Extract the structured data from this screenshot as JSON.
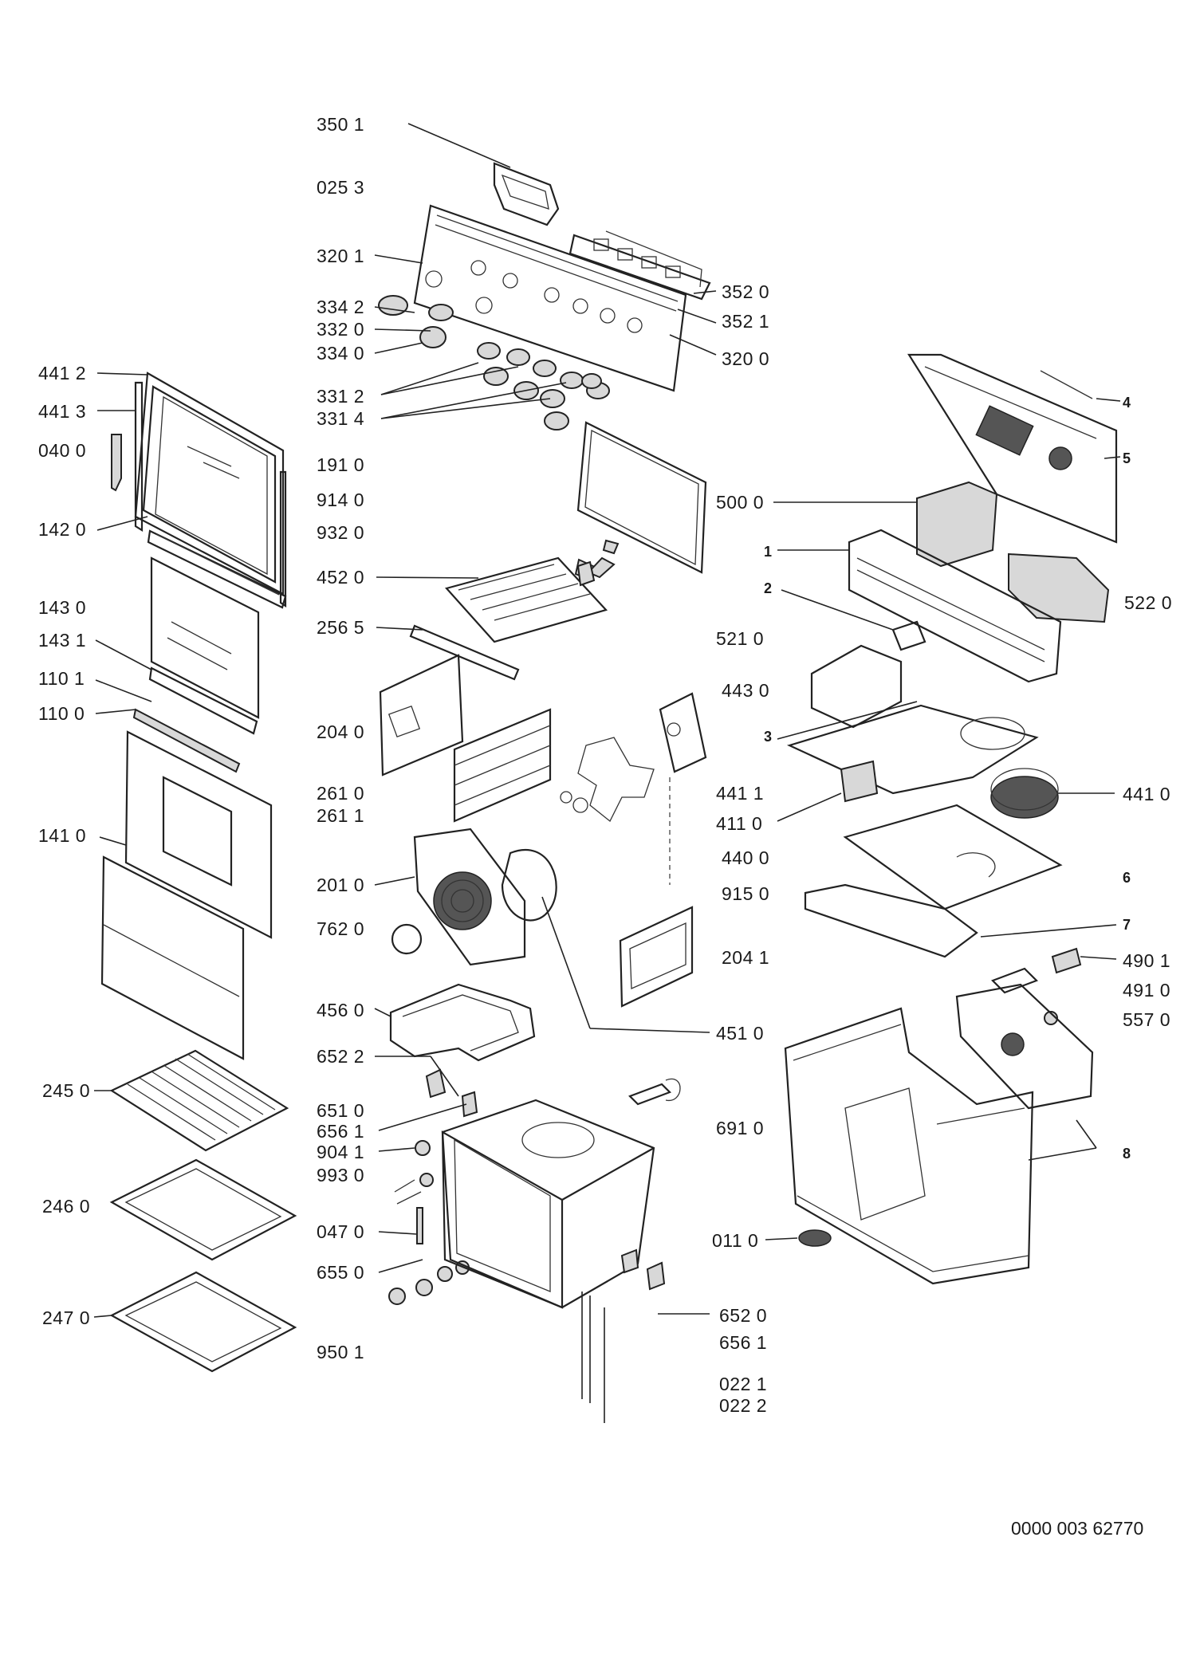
{
  "diagram": {
    "doc_number": "0000 003 62770",
    "labels": [
      {
        "id": "l3501",
        "text": "350 1"
      },
      {
        "id": "l0253",
        "text": "025 3"
      },
      {
        "id": "l3201",
        "text": "320 1"
      },
      {
        "id": "l3342",
        "text": "334 2"
      },
      {
        "id": "l3320",
        "text": "332 0"
      },
      {
        "id": "l3340",
        "text": "334 0"
      },
      {
        "id": "l3312",
        "text": "331 2"
      },
      {
        "id": "l3314",
        "text": "331 4"
      },
      {
        "id": "l3520",
        "text": "352 0"
      },
      {
        "id": "l3521",
        "text": "352 1"
      },
      {
        "id": "l3200",
        "text": "320 0"
      },
      {
        "id": "l4412",
        "text": "441 2"
      },
      {
        "id": "l4413",
        "text": "441 3"
      },
      {
        "id": "l0400",
        "text": "040 0"
      },
      {
        "id": "l1420",
        "text": "142 0"
      },
      {
        "id": "l1430",
        "text": "143 0"
      },
      {
        "id": "l1431",
        "text": "143 1"
      },
      {
        "id": "l1101",
        "text": "110 1"
      },
      {
        "id": "l1100",
        "text": "110 0"
      },
      {
        "id": "l1410",
        "text": "141 0"
      },
      {
        "id": "l2450",
        "text": "245 0"
      },
      {
        "id": "l2460",
        "text": "246 0"
      },
      {
        "id": "l2470",
        "text": "247 0"
      },
      {
        "id": "l1910",
        "text": "191 0"
      },
      {
        "id": "l9140",
        "text": "914 0"
      },
      {
        "id": "l9320",
        "text": "932 0"
      },
      {
        "id": "l4520",
        "text": "452 0"
      },
      {
        "id": "l2565",
        "text": "256 5"
      },
      {
        "id": "l2040",
        "text": "204 0"
      },
      {
        "id": "l2610",
        "text": "261 0"
      },
      {
        "id": "l2611",
        "text": "261 1"
      },
      {
        "id": "l2010",
        "text": "201 0"
      },
      {
        "id": "l7620",
        "text": "762 0"
      },
      {
        "id": "l4560",
        "text": "456 0"
      },
      {
        "id": "l6522",
        "text": "652 2"
      },
      {
        "id": "l6510",
        "text": "651 0"
      },
      {
        "id": "l6561a",
        "text": "656 1"
      },
      {
        "id": "l9041",
        "text": "904 1"
      },
      {
        "id": "l9930",
        "text": "993 0"
      },
      {
        "id": "l0470",
        "text": "047 0"
      },
      {
        "id": "l6550",
        "text": "655 0"
      },
      {
        "id": "l9501",
        "text": "950 1"
      },
      {
        "id": "l5000",
        "text": "500 0"
      },
      {
        "id": "l5210",
        "text": "521 0"
      },
      {
        "id": "l4430",
        "text": "443 0"
      },
      {
        "id": "l4411",
        "text": "441 1"
      },
      {
        "id": "l4110",
        "text": "411 0"
      },
      {
        "id": "l4400",
        "text": "440 0"
      },
      {
        "id": "l9150",
        "text": "915 0"
      },
      {
        "id": "l2041",
        "text": "204 1"
      },
      {
        "id": "l4510",
        "text": "451 0"
      },
      {
        "id": "l6910",
        "text": "691 0"
      },
      {
        "id": "l0110",
        "text": "011 0"
      },
      {
        "id": "l6520",
        "text": "652 0"
      },
      {
        "id": "l6561b",
        "text": "656 1"
      },
      {
        "id": "l0221",
        "text": "022 1"
      },
      {
        "id": "l0222",
        "text": "022 2"
      },
      {
        "id": "l5220",
        "text": "522 0"
      },
      {
        "id": "l4410",
        "text": "441 0"
      },
      {
        "id": "l4901",
        "text": "490 1"
      },
      {
        "id": "l4910",
        "text": "491 0"
      },
      {
        "id": "l5570",
        "text": "557 0"
      },
      {
        "id": "n1",
        "text": "1"
      },
      {
        "id": "n2",
        "text": "2"
      },
      {
        "id": "n3",
        "text": "3"
      },
      {
        "id": "n4",
        "text": "4"
      },
      {
        "id": "n5",
        "text": "5"
      },
      {
        "id": "n6",
        "text": "6"
      },
      {
        "id": "n7",
        "text": "7"
      },
      {
        "id": "n8",
        "text": "8"
      }
    ]
  }
}
